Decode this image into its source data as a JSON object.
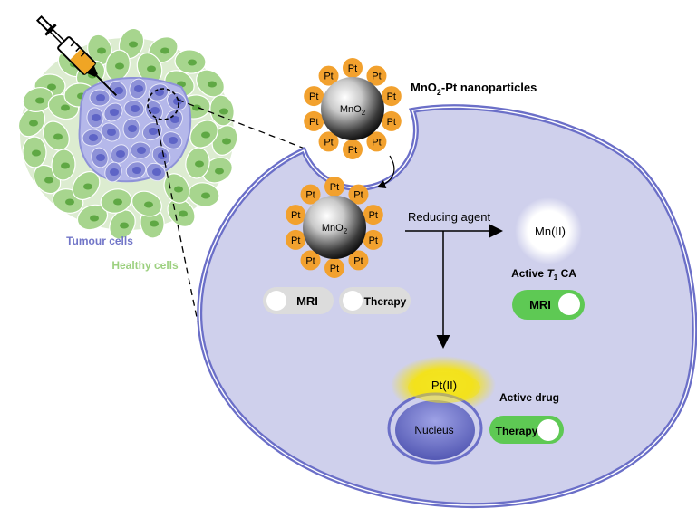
{
  "labels": {
    "nanoparticles_prefix": "MnO",
    "nanoparticles_sub": "2",
    "nanoparticles_suffix": "-Pt nanoparticles",
    "mno2_main": "MnO",
    "mno2_sub": "2",
    "pt": "Pt",
    "tumour_cells": "Tumour cells",
    "healthy_cells": "Healthy cells",
    "reducing_agent": "Reducing agent",
    "mn_ii": "Mn(II)",
    "active_ca_prefix": "Active ",
    "active_ca_t": "T",
    "active_ca_sub": "1",
    "active_ca_suffix": " CA",
    "pt_ii": "Pt(II)",
    "nucleus": "Nucleus",
    "active_drug": "Active drug"
  },
  "toggles": {
    "mri_off": {
      "label": "MRI",
      "state": "off"
    },
    "therapy_off": {
      "label": "Therapy",
      "state": "off"
    },
    "mri_on": {
      "label": "MRI",
      "state": "on"
    },
    "therapy_on": {
      "label": "Therapy",
      "state": "on"
    }
  },
  "colors": {
    "cell_fill": "#cfd0ec",
    "cell_border": "#6b6fc8",
    "healthy": "#a7d58e",
    "healthy_dark": "#5fa844",
    "tumour": "#8e92d8",
    "tumour_nucleus": "#5e64c6",
    "pt_orange": "#f2a12e",
    "toggle_on": "#5ec954",
    "toggle_off": "#dcdcdc",
    "nucleus": "#5a5fb9",
    "ptii_glow": "#f3e21c",
    "label_blue": "#7276c8",
    "label_green": "#9cd07f"
  },
  "icons": [
    "syringe-icon",
    "mno2-pt-nanoparticle-icon",
    "toggle-icon"
  ]
}
